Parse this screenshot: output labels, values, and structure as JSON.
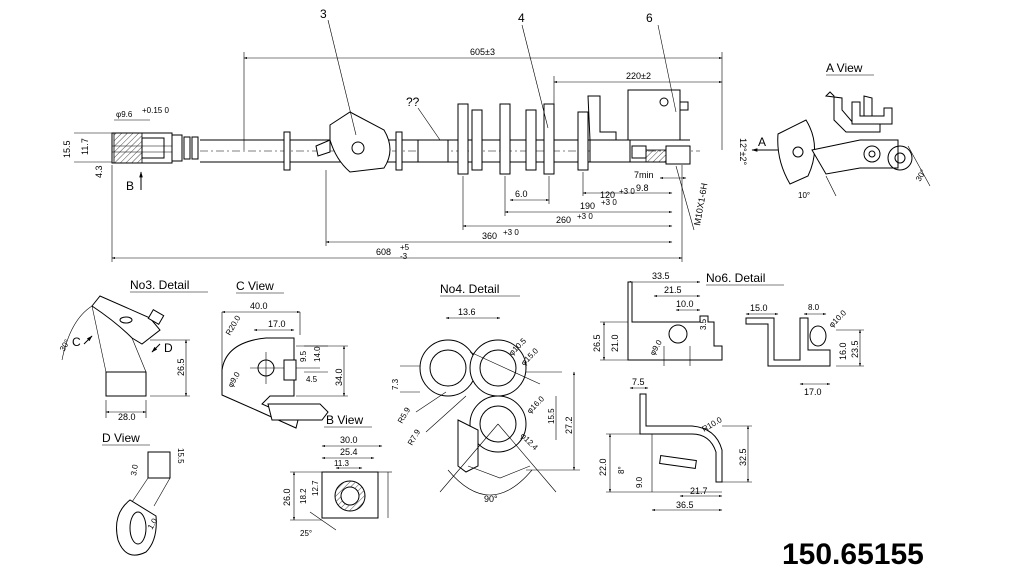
{
  "part_number": "150.65155",
  "callouts": [
    "3",
    "4",
    "6",
    "??"
  ],
  "main_dims": {
    "d605": "605±3",
    "d220": "220±2",
    "d608": "608",
    "d608_tol_upper": "+5",
    "d608_tol_lower": "-3",
    "d360": "360",
    "d360_tol": "+3 0",
    "d260": "260",
    "d260_tol": "+3 0",
    "d190": "190",
    "d190_tol": "+3 0",
    "d120": "120",
    "d120_tol": "+3 0",
    "d9_8": "9.8",
    "d6_0": "6.0",
    "d7min": "7min",
    "thread": "M10X1-6H",
    "angle12": "12°±2°",
    "dia_end": "φ9.6",
    "dia_end_tol": "+0.15 0",
    "h15_5": "15.5",
    "h11_7": "11.7",
    "h4_3": "4.3"
  },
  "view_labels": {
    "a_view": "A  View",
    "b_view": "B  View",
    "c_view": "C  View",
    "d_view": "D  View",
    "no3": "No3.  Detail",
    "no4": "No4.  Detail",
    "no6": "No6.  Detail"
  },
  "arrows": {
    "a": "A",
    "b": "B",
    "c": "C",
    "d": "D"
  },
  "a_view_dims": {
    "a30": "30°",
    "a10": "10°"
  },
  "no3_dims": {
    "a30": "30°",
    "h26_5": "26.5",
    "w28": "28.0"
  },
  "c_view_dims": {
    "w40": "40.0",
    "w17": "17.0",
    "r20": "R20.0",
    "dia9": "φ9.0",
    "h9_5": "9.5",
    "h14": "14.0",
    "w4_5": "4.5",
    "h34": "34.0"
  },
  "d_view_dims": {
    "w3": "3.0",
    "h15_5": "15.5",
    "r1": "1.0"
  },
  "b_view_dims": {
    "w30": "30.0",
    "w25_4": "25.4",
    "w11_3": "11.3",
    "h26": "26.0",
    "h18_2": "18.2",
    "h12_7": "12.7",
    "a25": "25°"
  },
  "no4_dims": {
    "w13_6": "13.6",
    "d10_5": "φ10.5",
    "d15": "φ15.0",
    "d16": "φ16.0",
    "d12_4": "φ12.4",
    "h7_3": "7.3",
    "h15_5": "15.5",
    "h27_2": "27.2",
    "r5_9": "R5.9",
    "r7_9": "R7.9",
    "a90": "90°"
  },
  "no6_dims": {
    "w33_5": "33.5",
    "w21_5": "21.5",
    "w10": "10.0",
    "h26_5": "26.5",
    "h21": "21.0",
    "d9": "φ9.0",
    "h3_5": "3.5",
    "w15": "15.0",
    "w8": "8.0",
    "d10": "φ10.0",
    "h16": "16.0",
    "h23_5": "23.5",
    "w17": "17.0",
    "w7_5": "7.5",
    "r10": "R10.0",
    "h22": "22.0",
    "a8": "8°",
    "h9": "9.0",
    "w21_7": "21.7",
    "w36_5": "36.5",
    "h32_5": "32.5"
  }
}
